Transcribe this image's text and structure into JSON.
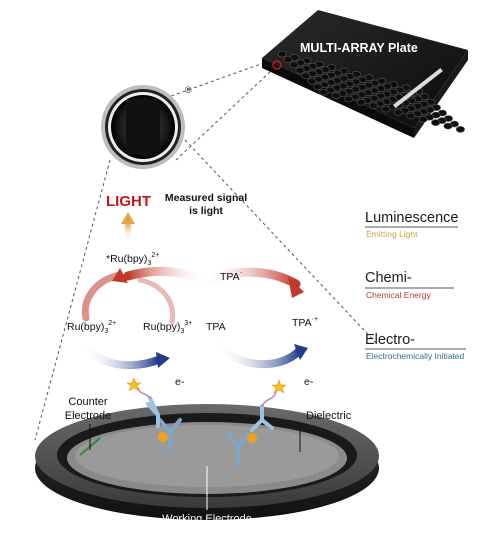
{
  "plate": {
    "title": "MULTI-ARRAY Plate",
    "registered": "®"
  },
  "signal": {
    "light_word": "LIGHT",
    "measured_line1": "Measured signal",
    "measured_line2": "is light"
  },
  "species": {
    "ru_excited": "*Ru(bpy)",
    "ru_excited_sub": "3",
    "ru_excited_sup": "2+",
    "ru_left": "Ru(bpy)",
    "ru_left_sub": "3",
    "ru_left_sup": "2+",
    "ru_right": "Ru(bpy)",
    "ru_right_sub": "3",
    "ru_right_sup": "3+",
    "tpa_radical": "TPA",
    "tpa_radical_sup": "·",
    "tpa": "TPA",
    "tpa_cation": "TPA",
    "tpa_cation_sup": "·+",
    "electron_left": "e-",
    "electron_right": "e-"
  },
  "electrodes": {
    "counter_line1": "Counter",
    "counter_line2": "Electrode",
    "dielectric": "Dielectric",
    "working": "Working Electrode"
  },
  "legend": [
    {
      "title": "Luminescence",
      "subtitle": "Emitting Light",
      "color": "#c8a24a"
    },
    {
      "title": "Chemi-",
      "subtitle": "Chemical Energy",
      "color": "#b23b3b"
    },
    {
      "title": "Electro-",
      "subtitle": "Electrochemically Initiated",
      "color": "#2f6f8f"
    }
  ],
  "colors": {
    "light_red": "#c3161c",
    "arrow_red": "#c0392b",
    "arrow_blue": "#1f3d8a",
    "dark_gray": "#3a3a3a"
  }
}
